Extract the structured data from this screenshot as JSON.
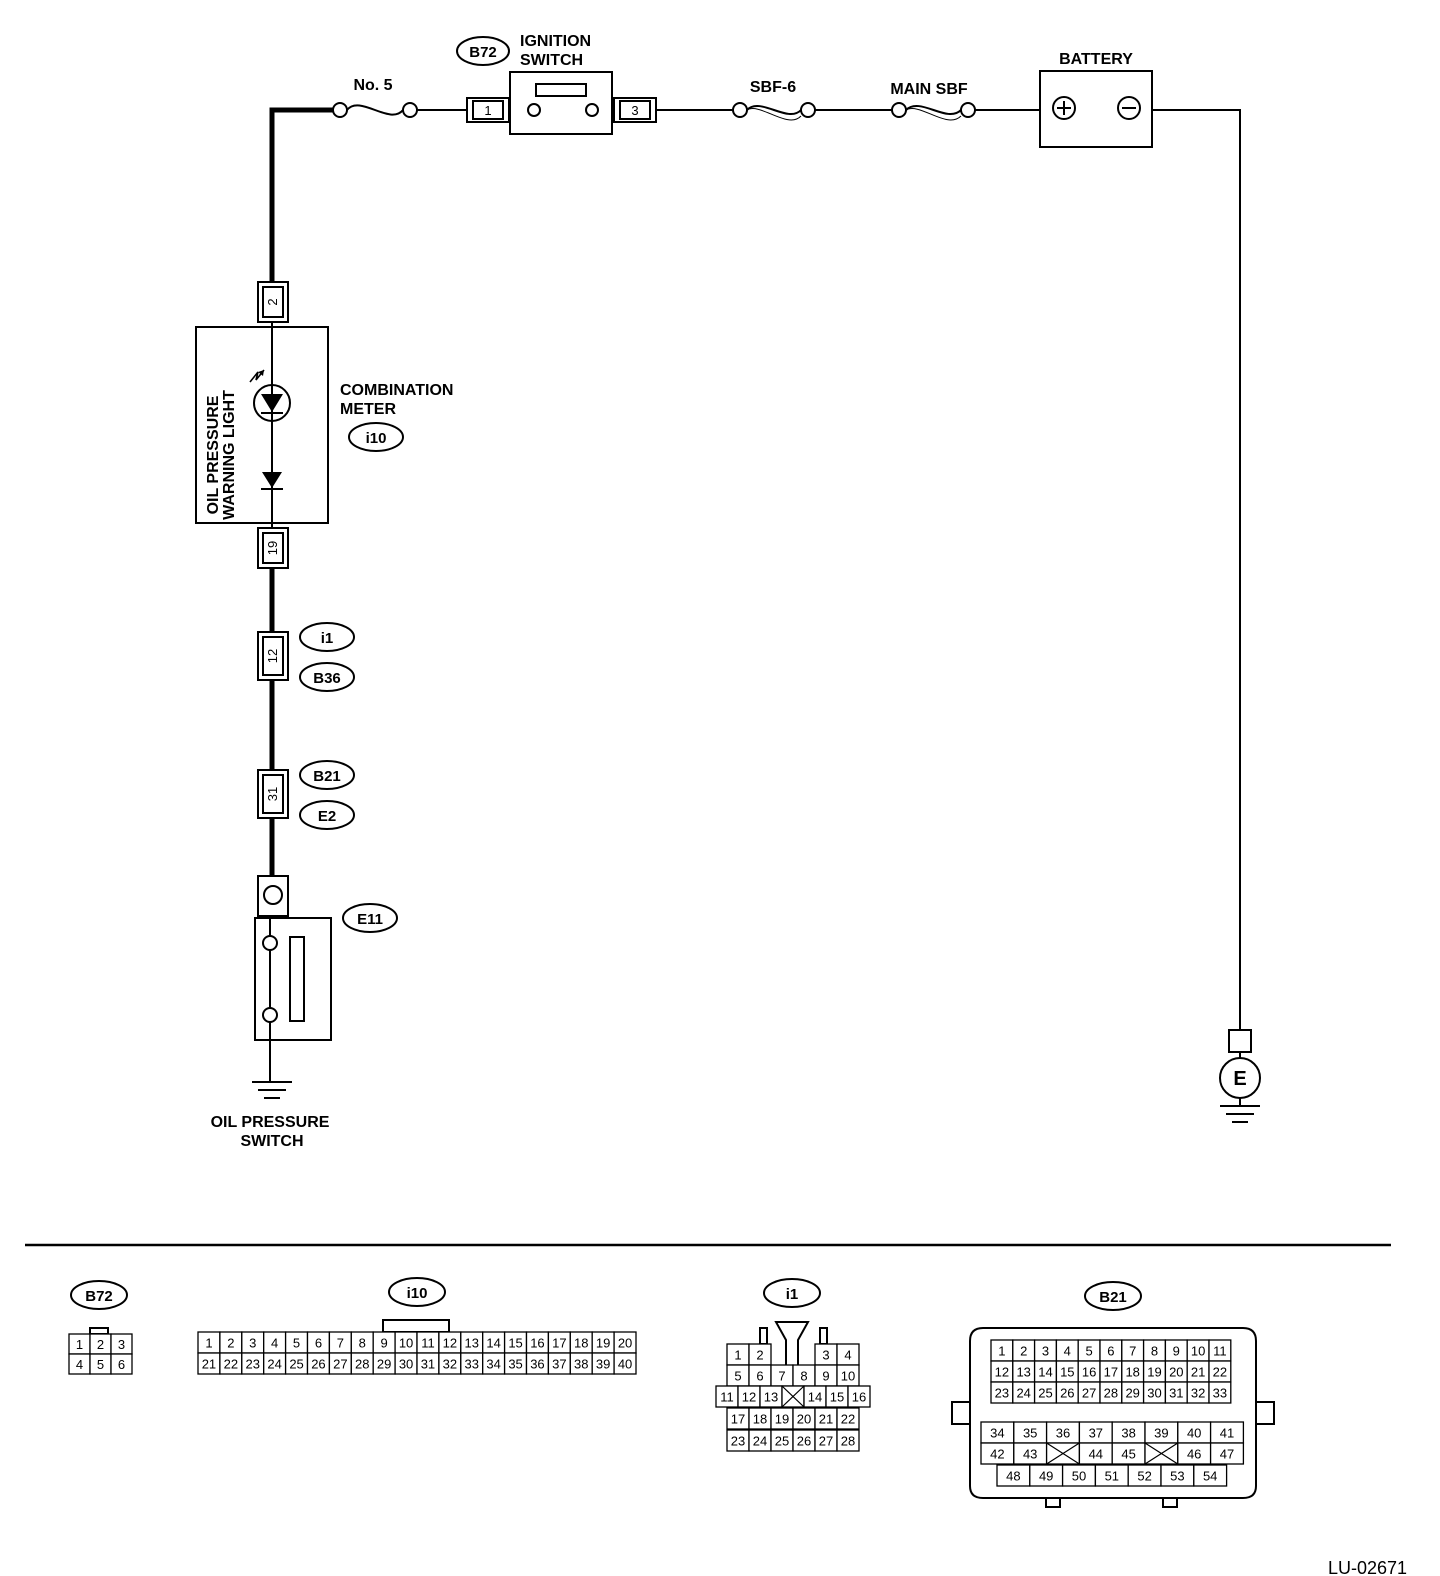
{
  "components": {
    "ignition_switch": {
      "connector": "B72",
      "label_line1": "IGNITION",
      "label_line2": "SWITCH",
      "pin_in": "1",
      "pin_out": "3"
    },
    "fuse_no5": {
      "label": "No. 5"
    },
    "fuse_sbf6": {
      "label": "SBF-6"
    },
    "fuse_main_sbf": {
      "label": "MAIN SBF"
    },
    "battery": {
      "label": "BATTERY"
    },
    "combination_meter": {
      "label_line1": "COMBINATION",
      "label_line2": "METER",
      "connector": "i10",
      "pin_top": "2",
      "pin_bottom": "19"
    },
    "warning_light": {
      "label_line1": "OIL PRESSURE",
      "label_line2": "WARNING LIGHT"
    },
    "junction_i1_b36": {
      "pin": "12",
      "connector_top": "i1",
      "connector_bottom": "B36"
    },
    "junction_b21_e2": {
      "pin": "31",
      "connector_top": "B21",
      "connector_bottom": "E2"
    },
    "oil_pressure_switch": {
      "connector": "E11",
      "label_line1": "OIL PRESSURE",
      "label_line2": "SWITCH"
    },
    "ground": {
      "label": "E"
    }
  },
  "connector_views": {
    "b72": {
      "tag": "B72",
      "rows": [
        [
          "1",
          "2",
          "3"
        ],
        [
          "4",
          "5",
          "6"
        ]
      ]
    },
    "i10": {
      "tag": "i10",
      "rows": [
        [
          "1",
          "2",
          "3",
          "4",
          "5",
          "6",
          "7",
          "8",
          "9",
          "10",
          "11",
          "12",
          "13",
          "14",
          "15",
          "16",
          "17",
          "18",
          "19",
          "20"
        ],
        [
          "21",
          "22",
          "23",
          "24",
          "25",
          "26",
          "27",
          "28",
          "29",
          "30",
          "31",
          "32",
          "33",
          "34",
          "35",
          "36",
          "37",
          "38",
          "39",
          "40"
        ]
      ]
    },
    "i1": {
      "tag": "i1",
      "rows": [
        [
          "1",
          "2",
          "",
          "3",
          "4"
        ],
        [
          "5",
          "6",
          "7",
          "8",
          "9",
          "10"
        ],
        [
          "11",
          "12",
          "13",
          "",
          "14",
          "15",
          "16"
        ],
        [
          "17",
          "18",
          "19",
          "20",
          "21",
          "22"
        ],
        [
          "23",
          "24",
          "25",
          "26",
          "27",
          "28"
        ]
      ]
    },
    "b21": {
      "tag": "B21",
      "rows": [
        [
          "1",
          "2",
          "3",
          "4",
          "5",
          "6",
          "7",
          "8",
          "9",
          "10",
          "11"
        ],
        [
          "12",
          "13",
          "14",
          "15",
          "16",
          "17",
          "18",
          "19",
          "20",
          "21",
          "22"
        ],
        [
          "23",
          "24",
          "25",
          "26",
          "27",
          "28",
          "29",
          "30",
          "31",
          "32",
          "33"
        ],
        [
          "34",
          "35",
          "36",
          "37",
          "38",
          "39",
          "40",
          "41"
        ],
        [
          "42",
          "43",
          "",
          "44",
          "45",
          "",
          "46",
          "47"
        ],
        [
          "48",
          "49",
          "50",
          "51",
          "52",
          "53",
          "54"
        ]
      ]
    }
  },
  "figure_id": "LU-02671"
}
